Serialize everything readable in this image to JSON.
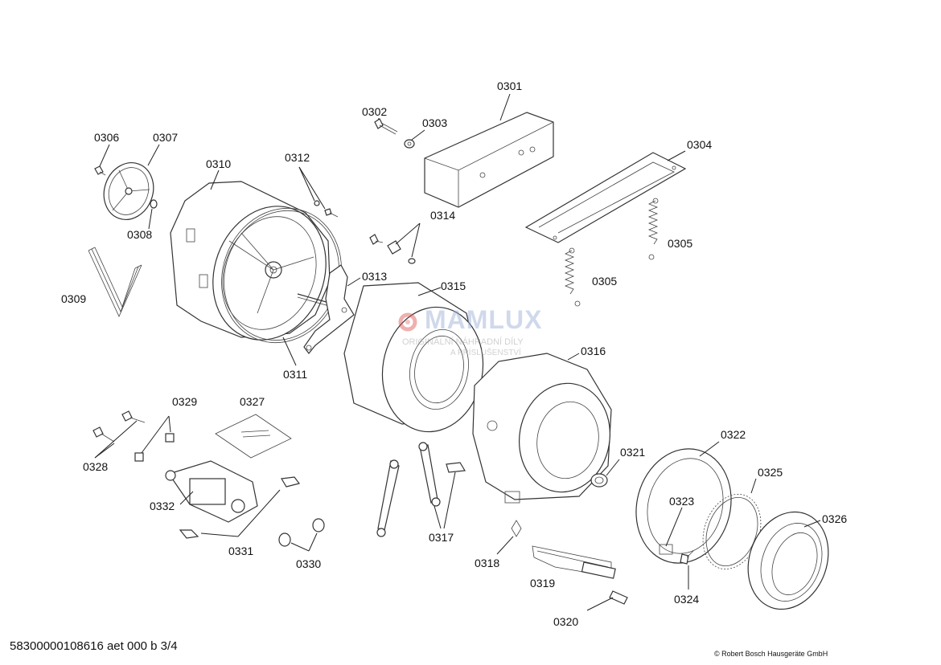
{
  "document_number": "58300000108616 aet 000 b 3/4",
  "copyright": "© Robert Bosch Hausgeräte GmbH",
  "watermark": {
    "brand": "MAMLUX",
    "line1": "ORIGINÁLNÍ NÁHRADNÍ DÍLY",
    "line2": "A PŘÍSLUŠENSTVÍ"
  },
  "part_labels": {
    "p0301": "0301",
    "p0302": "0302",
    "p0303": "0303",
    "p0304": "0304",
    "p0305a": "0305",
    "p0305b": "0305",
    "p0306": "0306",
    "p0307": "0307",
    "p0308": "0308",
    "p0309": "0309",
    "p0310": "0310",
    "p0311": "0311",
    "p0312": "0312",
    "p0313": "0313",
    "p0314": "0314",
    "p0315": "0315",
    "p0316": "0316",
    "p0317": "0317",
    "p0318": "0318",
    "p0319": "0319",
    "p0320": "0320",
    "p0321": "0321",
    "p0322": "0322",
    "p0323": "0323",
    "p0324": "0324",
    "p0325": "0325",
    "p0326": "0326",
    "p0327": "0327",
    "p0328": "0328",
    "p0329": "0329",
    "p0330": "0330",
    "p0331": "0331",
    "p0332": "0332"
  }
}
